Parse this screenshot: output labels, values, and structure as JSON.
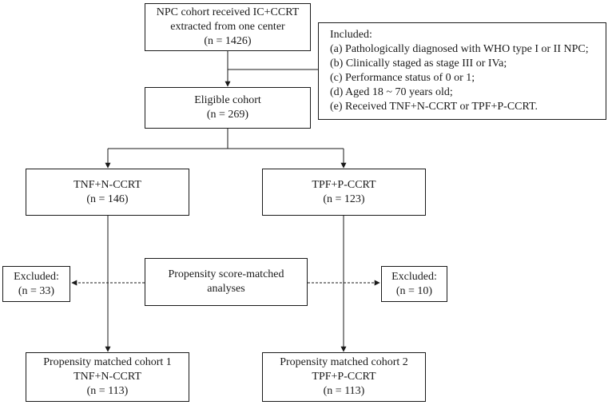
{
  "source_box": {
    "line1": "NPC cohort received IC+CCRT",
    "line2": "extracted from one center",
    "line3": "(n = 1426)"
  },
  "criteria_box": {
    "heading": "Included:",
    "items": [
      "(a) Pathologically diagnosed with WHO type I or II NPC;",
      "(b) Clinically staged as stage III or IVa;",
      "(c) Performance status of 0 or 1;",
      "(d) Aged 18 ~ 70 years old;",
      "(e) Received TNF+N-CCRT or TPF+P-CCRT."
    ]
  },
  "eligible_box": {
    "line1": "Eligible cohort",
    "line2": "(n = 269)"
  },
  "arm_left": {
    "line1": "TNF+N-CCRT",
    "line2": "(n = 146)"
  },
  "arm_right": {
    "line1": "TPF+P-CCRT",
    "line2": "(n = 123)"
  },
  "psm_box": {
    "line1": "Propensity score-matched",
    "line2": "analyses"
  },
  "excluded_left": {
    "line1": "Excluded:",
    "line2": "(n = 33)"
  },
  "excluded_right": {
    "line1": "Excluded:",
    "line2": "(n = 10)"
  },
  "matched_left": {
    "line1": "Propensity matched cohort 1",
    "line2": "TNF+N-CCRT",
    "line3": "(n = 113)"
  },
  "matched_right": {
    "line1": "Propensity matched cohort 2",
    "line2": "TPF+P-CCRT",
    "line3": "(n = 113)"
  },
  "colors": {
    "line": "#1a1a1a",
    "text": "#1a1a1a",
    "background": "#ffffff"
  }
}
